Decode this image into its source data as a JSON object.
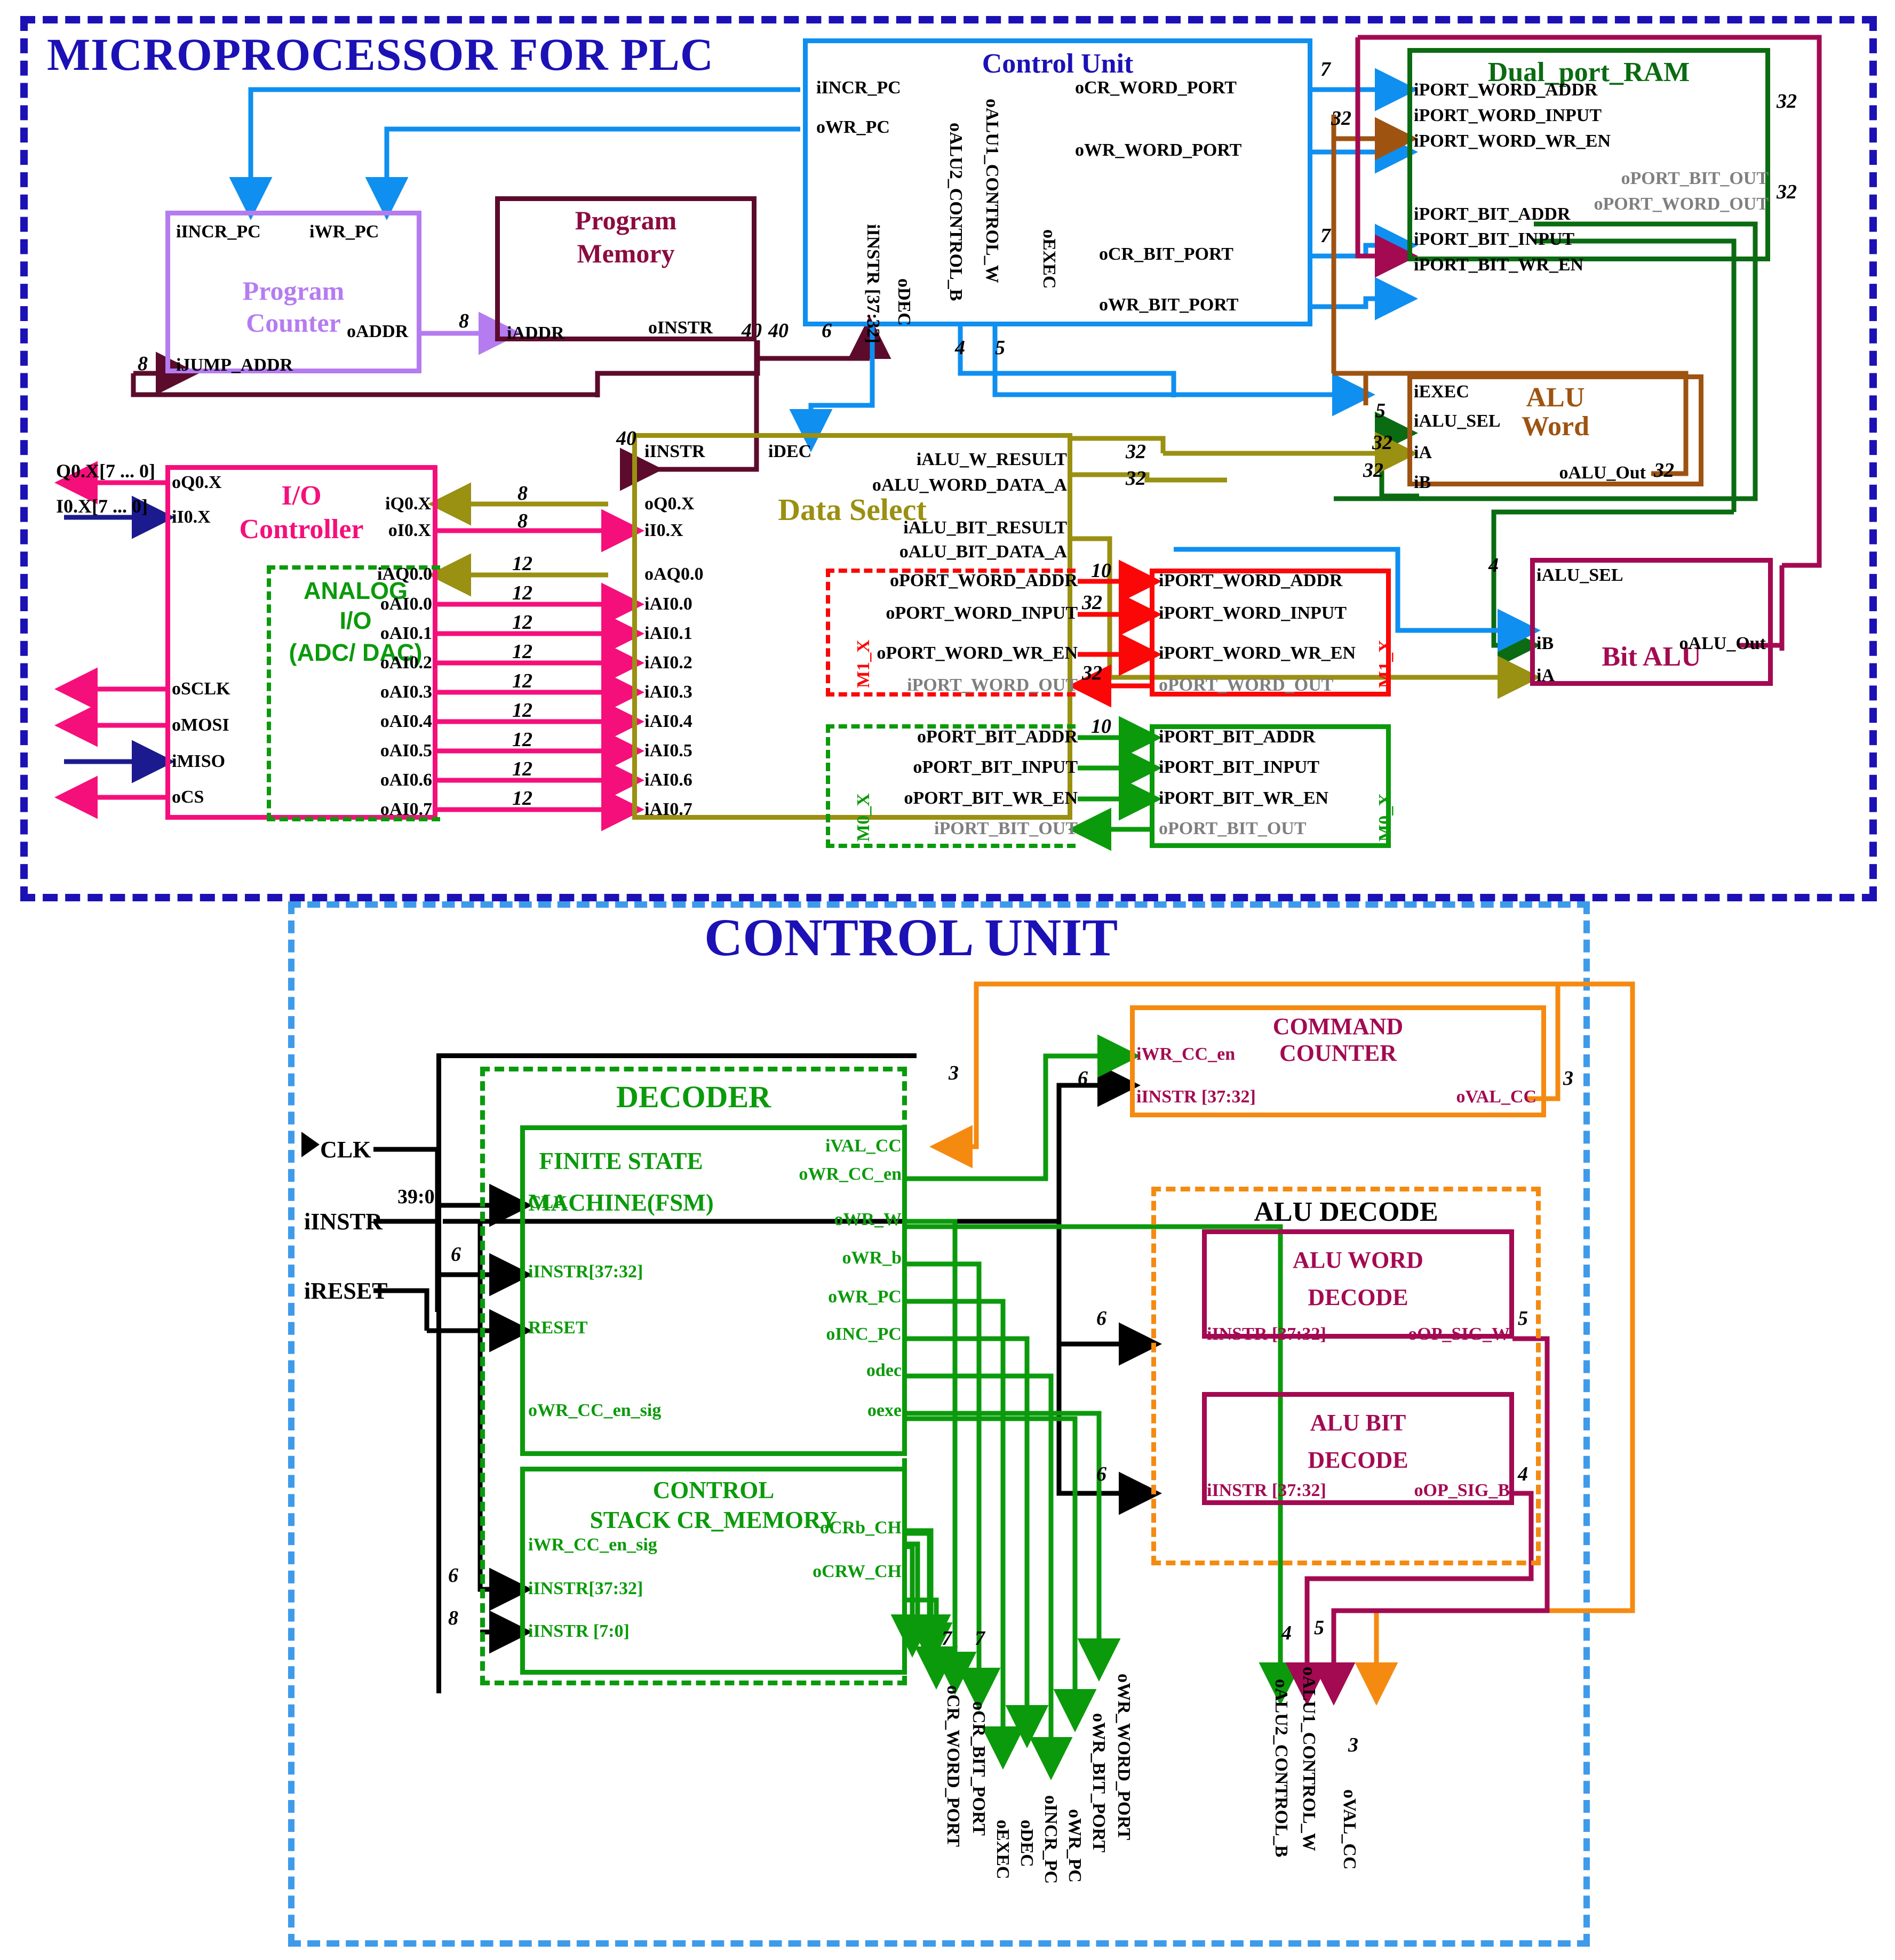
{
  "titles": {
    "main": "MICROPROCESSOR  FOR  PLC",
    "control_unit": "CONTROL UNIT"
  },
  "colors": {
    "navy": "#1c11b5",
    "light_blue": "#0f8ff0",
    "dash_blue": "#3e9bea",
    "purple": "#b57cf0",
    "dark_maroon": "#5c0b2c",
    "olive": "#9a9012",
    "pink": "#f50f7b",
    "green": "#0b9a0b",
    "dark_green": "#0b6b12",
    "brown": "#9e5311",
    "crimson": "#a30a52",
    "red": "#fb0707",
    "orange": "#f58a11",
    "grey": "#7f7f7f",
    "black": "#000000"
  },
  "top": {
    "control_unit": {
      "title": "Control Unit",
      "inputs_left": [
        "iINCR_PC",
        "oWR_PC"
      ],
      "outputs_right": [
        "oCR_WORD_PORT",
        "oWR_WORD_PORT",
        "oCR_BIT_PORT",
        "oWR_BIT_PORT"
      ],
      "vertical_ports": [
        "iINSTR [37:32]",
        "oDEC",
        "oALU2_CONTROL_B",
        "oALU1_CONTROL_W",
        "oEXEC"
      ],
      "bus_widths": [
        "7",
        "32",
        "7",
        "40",
        "6",
        "4",
        "5"
      ]
    },
    "program_counter": {
      "title_lines": [
        "Program",
        "Counter"
      ],
      "ports": [
        "iINCR_PC",
        "iWR_PC",
        "oADDR",
        "iJUMP_ADDR"
      ],
      "bus_widths": [
        "8",
        "8"
      ]
    },
    "program_memory": {
      "title_lines": [
        "Program",
        "Memory"
      ],
      "ports": [
        "iADDR",
        "oINSTR"
      ],
      "bus_widths": [
        "40"
      ]
    },
    "io_controller": {
      "title_lines": [
        "I/O",
        "Controller"
      ],
      "analog_title_lines": [
        "ANALOG",
        "I/O",
        "(ADC/ DAC)"
      ],
      "left_ports": [
        "oQ0.X",
        "iI0.X",
        "oSCLK",
        "oMOSI",
        "iMISO",
        "oCS"
      ],
      "right_ports": [
        "iQ0.X",
        "oI0.X",
        "iAQ0.0",
        "oAI0.0",
        "oAI0.1",
        "oAI0.2",
        "oAI0.3",
        "oAI0.4",
        "oAI0.5",
        "oAI0.6",
        "oAI0.7"
      ],
      "external_labels": [
        "Q0.X[7 ... 0]",
        "I0.X[7 ... 0]"
      ]
    },
    "data_select": {
      "title": "Data Select",
      "left_ports": [
        "iINSTR",
        "oQ0.X",
        "iI0.X",
        "oAQ0.0",
        "iAI0.0",
        "iAI0.1",
        "iAI0.2",
        "iAI0.3",
        "iAI0.4",
        "iAI0.5",
        "iAI0.6",
        "iAI0.7"
      ],
      "top_port": "iDEC",
      "right_ports": [
        "iALU_W_RESULT",
        "oALU_WORD_DATA_A",
        "iALU_BIT_RESULT",
        "oALU_BIT_DATA_A"
      ],
      "m1_block_label": "M1_X",
      "m1_ports": [
        "oPORT_WORD_ADDR",
        "oPORT_WORD_INPUT",
        "oPORT_WORD_WR_EN",
        "iPORT_WORD_OUT"
      ],
      "m0_block_label": "M0_X",
      "m0_ports": [
        "oPORT_BIT_ADDR",
        "oPORT_BIT_INPUT",
        "oPORT_BIT_WR_EN",
        "iPORT_BIT_OUT"
      ],
      "bus_widths": [
        "40",
        "8",
        "8",
        "12",
        "12",
        "12",
        "12",
        "12",
        "12",
        "12",
        "12",
        "12",
        "32",
        "32",
        "10",
        "32",
        "32",
        "10"
      ]
    },
    "m1_x_right": {
      "label": "M1_X",
      "ports": [
        "iPORT_WORD_ADDR",
        "iPORT_WORD_INPUT",
        "iPORT_WORD_WR_EN",
        "oPORT_WORD_OUT"
      ]
    },
    "m0_x_right": {
      "label": "M0_X",
      "ports": [
        "iPORT_BIT_ADDR",
        "iPORT_BIT_INPUT",
        "iPORT_BIT_WR_EN",
        "oPORT_BIT_OUT"
      ]
    },
    "dual_port_ram": {
      "title": "Dual_port_RAM",
      "inputs": [
        "iPORT_WORD_ADDR",
        "iPORT_WORD_INPUT",
        "iPORT_WORD_WR_EN",
        "iPORT_BIT_ADDR",
        "iPORT_BIT_INPUT",
        "iPORT_BIT_WR_EN"
      ],
      "outputs": [
        "oPORT_BIT_OUT",
        "oPORT_WORD_OUT"
      ],
      "bus_widths": [
        "32",
        "32"
      ]
    },
    "alu_word": {
      "title_lines": [
        "ALU",
        "Word"
      ],
      "inputs": [
        "iEXEC",
        "iALU_SEL",
        "iA",
        "iB"
      ],
      "outputs": [
        "oALU_Out"
      ],
      "bus_widths": [
        "5",
        "32",
        "32",
        "32"
      ]
    },
    "bit_alu": {
      "title": "Bit ALU",
      "inputs": [
        "iALU_SEL",
        "iB",
        "iA"
      ],
      "outputs": [
        "oALU_Out"
      ],
      "bus_widths": [
        "4"
      ]
    }
  },
  "bottom": {
    "decoder": {
      "title": "DECODER"
    },
    "fsm": {
      "title_lines": [
        "FINITE  STATE",
        "MACHINE(FSM)"
      ],
      "inputs": [
        "CLK",
        "iINSTR[37:32]",
        "RESET",
        "oWR_CC_en_sig"
      ],
      "outputs": [
        "iVAL_CC",
        "oWR_CC_en",
        "oWR_W",
        "oWR_b",
        "oWR_PC",
        "oINC_PC",
        "odec",
        "oexe"
      ]
    },
    "control_stack": {
      "title_lines": [
        "CONTROL",
        "STACK CR_MEMORY"
      ],
      "inputs": [
        "iWR_CC_en_sig",
        "iINSTR[37:32]",
        "iINSTR [7:0]"
      ],
      "outputs": [
        "oCRb_CH",
        "oCRW_CH"
      ],
      "bus_widths": [
        "6",
        "8"
      ]
    },
    "command_counter": {
      "title_lines": [
        "COMMAND",
        "COUNTER"
      ],
      "inputs": [
        "iWR_CC_en",
        "iINSTR [37:32]"
      ],
      "outputs": [
        "oVAL_CC"
      ],
      "bus_widths": [
        "3",
        "6",
        "3"
      ]
    },
    "alu_decode": {
      "title": "ALU DECODE",
      "word_decode": {
        "title_lines": [
          "ALU WORD",
          "DECODE"
        ],
        "input": "iINSTR [37:32]",
        "output": "oOP_SIG_W",
        "bus_widths": [
          "6",
          "5"
        ]
      },
      "bit_decode": {
        "title_lines": [
          "ALU BIT",
          "DECODE"
        ],
        "input": "iINSTR [37:32]",
        "output": "oOP_SIG_B",
        "bus_widths": [
          "6",
          "4"
        ]
      }
    },
    "external_inputs": [
      "CLK",
      "iINSTR",
      "iRESET"
    ],
    "external_input_widths": [
      "39:0",
      "6"
    ],
    "external_outputs": [
      "oCR_WORD_PORT",
      "oCR_BIT_PORT",
      "oEXEC",
      "oDEC",
      "oINCR_PC",
      "oWR_PC",
      "oWR_BIT_PORT",
      "oWR_WORD_PORT",
      "oALU2_CONTROL_B",
      "oALU1_CONTROL_W",
      "oVAL_CC"
    ],
    "external_output_widths": [
      "7",
      "7",
      "4",
      "5",
      "3"
    ]
  }
}
